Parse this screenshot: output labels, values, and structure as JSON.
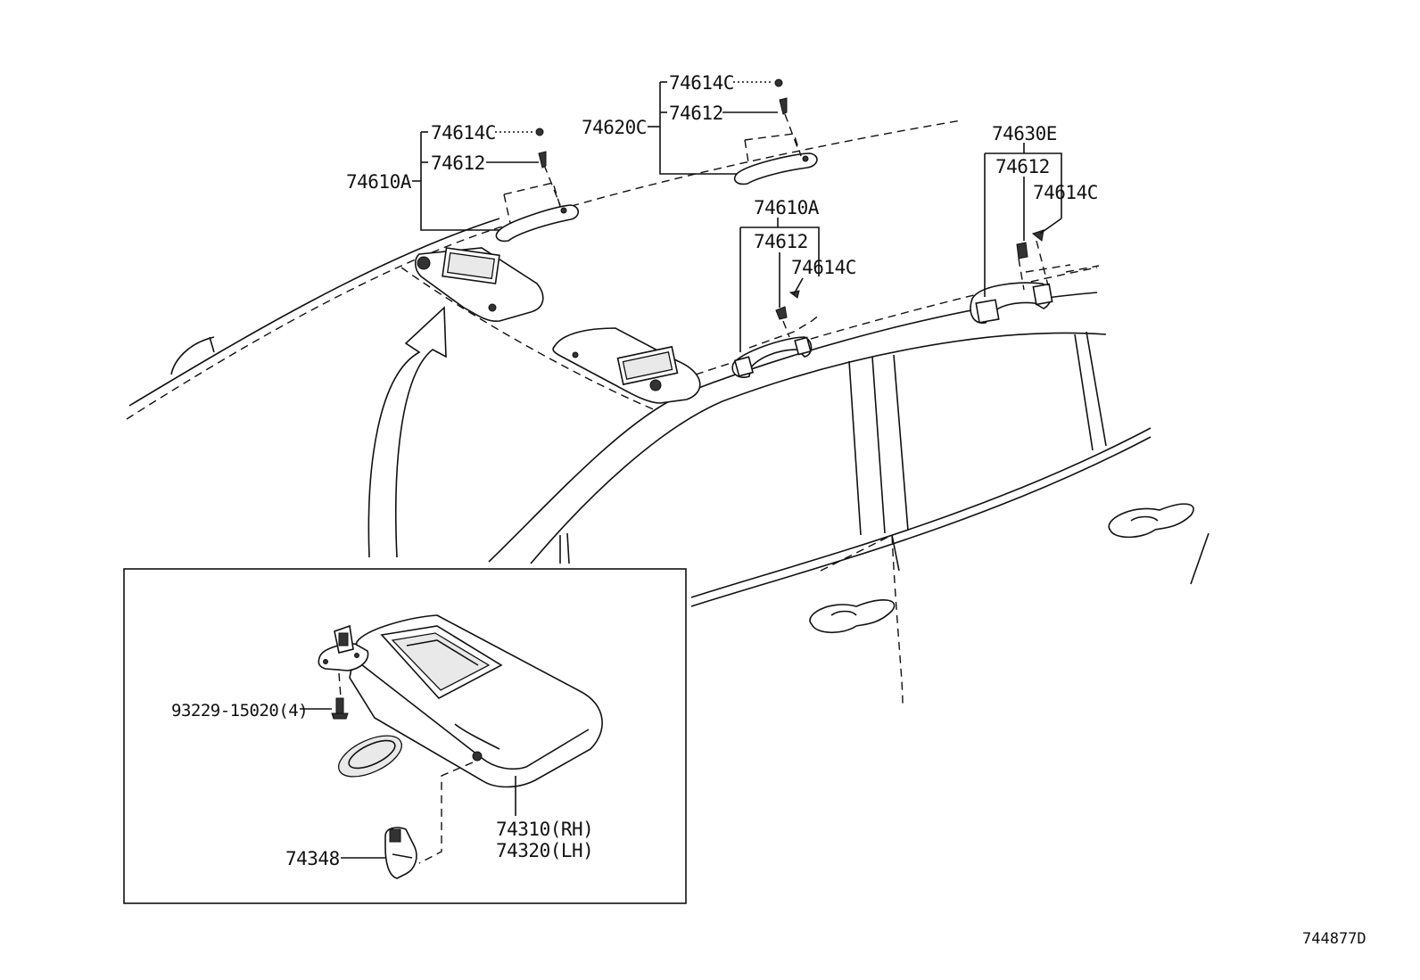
{
  "callouts": {
    "c_74614C_top": "74614C",
    "c_74612_top": "74612",
    "c_74620C": "74620C",
    "c_74614C_left": "74614C",
    "c_74612_left": "74612",
    "c_74610A_left": "74610A",
    "c_74630E": "74630E",
    "c_74612_right": "74612",
    "c_74614C_right": "74614C",
    "c_74610A_mid": "74610A",
    "c_74612_mid": "74612",
    "c_74614C_mid": "74614C",
    "c_93229": "93229-15020(4)",
    "c_74310": "74310(RH)",
    "c_74320": "74320(LH)",
    "c_74348": "74348"
  },
  "diagram_code": "744877D"
}
